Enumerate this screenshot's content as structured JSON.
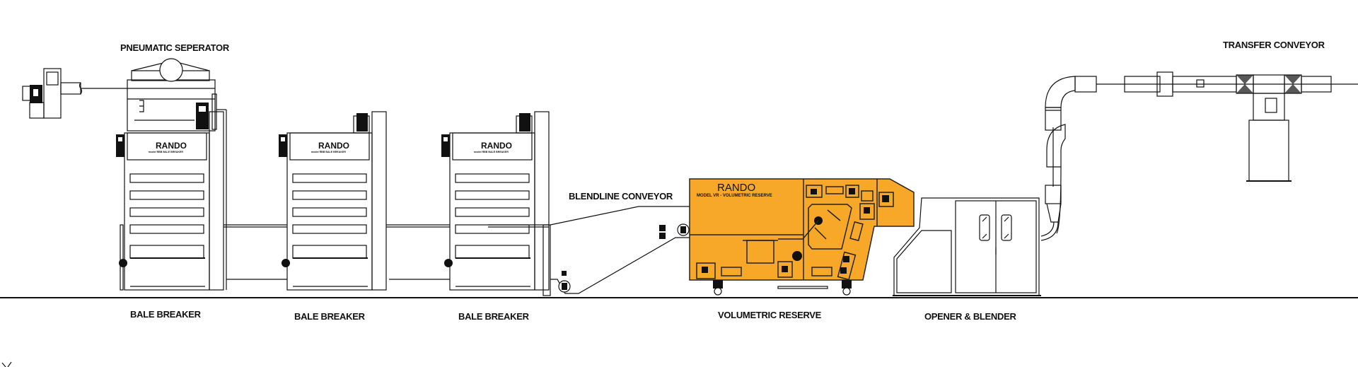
{
  "drawing": {
    "title_labels": {
      "pneumatic_separator": "PNEUMATIC SEPERATOR",
      "transfer_conveyor": "TRANSFER CONVEYOR",
      "blendline_conveyor": "BLENDLINE CONVEYOR"
    },
    "machines": [
      {
        "id": "bale-breaker-1",
        "label": "BALE BREAKER",
        "brand": "RANDO",
        "model": "model RBB BALE BREAKER"
      },
      {
        "id": "bale-breaker-2",
        "label": "BALE BREAKER",
        "brand": "RANDO",
        "model": "model RBB BALE BREAKER"
      },
      {
        "id": "bale-breaker-3",
        "label": "BALE BREAKER",
        "brand": "RANDO",
        "model": "model RBB BALE BREAKER"
      },
      {
        "id": "volumetric-reserve",
        "label": "VOLUMETRIC RESERVE",
        "brand": "RANDO",
        "model": "MODEL VR - VOLUMETRIC RESERVE"
      },
      {
        "id": "opener-blender",
        "label": "OPENER & BLENDER"
      }
    ],
    "colors": {
      "line": "#111111",
      "volumetric_reserve_fill": "#F7A828",
      "background": "#FFFFFF"
    }
  }
}
